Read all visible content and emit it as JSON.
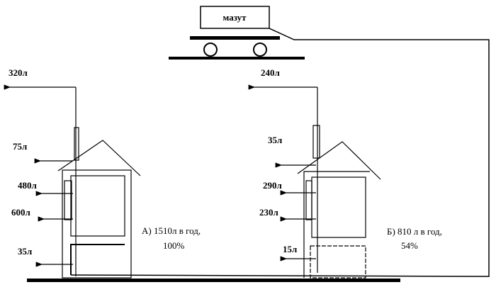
{
  "tanker": {
    "label": "мазут"
  },
  "house_a": {
    "losses": {
      "roof_pipe": "320л",
      "chimney": "75л",
      "radiator": "480л",
      "wall": "600л",
      "floor": "35л"
    },
    "caption_line1": "А) 1510л в год,",
    "caption_line2": "100%"
  },
  "house_b": {
    "losses": {
      "roof_pipe": "240л",
      "chimney": "35л",
      "radiator": "290л",
      "wall": "230л",
      "floor": "15л"
    },
    "caption_line1": "Б) 810 л в год,",
    "caption_line2": "54%"
  }
}
